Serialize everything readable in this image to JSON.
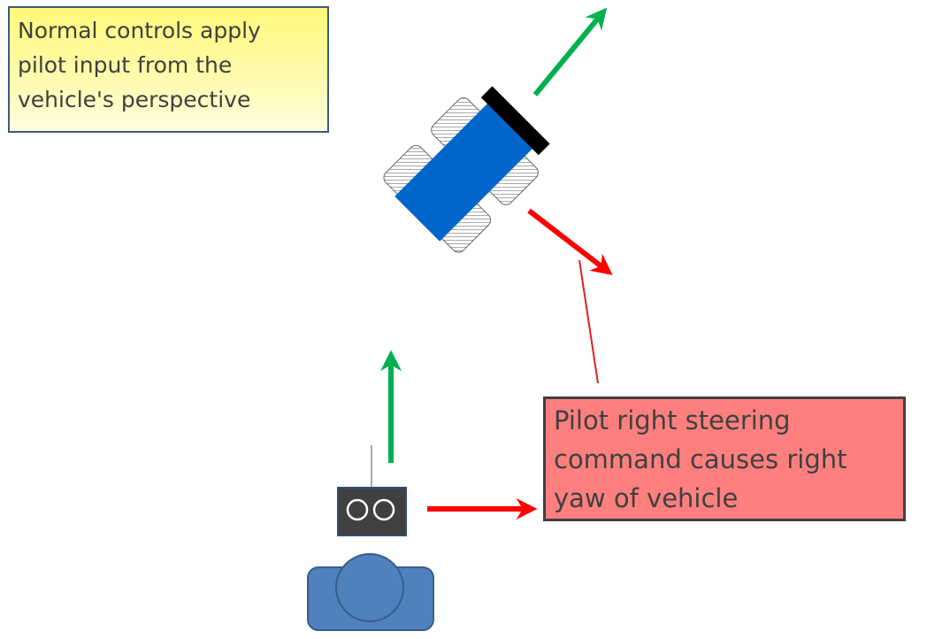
{
  "diagram": {
    "title": "Normal controls vs. vehicle perspective",
    "callouts": {
      "perspective_note": {
        "lines": [
          "Normal controls apply",
          "pilot input from the",
          "vehicle's perspective"
        ],
        "fill": "#fff97a",
        "border": "#3f5a7a"
      },
      "steering_note": {
        "lines": [
          "Pilot right steering",
          "command causes right",
          "yaw of vehicle"
        ],
        "fill": "#ff7f7f",
        "border": "#404040"
      }
    },
    "elements": {
      "vehicle": {
        "label": "vehicle",
        "body_color": "#0066cc",
        "front_color": "#000000",
        "heading": "up-right (45°)"
      },
      "pilot": {
        "label": "pilot",
        "color": "#4f81bd"
      },
      "remote_controller": {
        "label": "remote controller",
        "color": "#404040"
      }
    },
    "arrows": [
      {
        "name": "pilot-forward-arrow",
        "color": "#00b050",
        "meaning": "pilot forward"
      },
      {
        "name": "pilot-right-arrow",
        "color": "#ff0000",
        "meaning": "pilot right"
      },
      {
        "name": "vehicle-forward-arrow",
        "color": "#00b050",
        "meaning": "vehicle forward"
      },
      {
        "name": "vehicle-right-arrow",
        "color": "#ff0000",
        "meaning": "vehicle right"
      }
    ],
    "colors": {
      "green": "#00b050",
      "red": "#ff0000",
      "connector": "#e02020"
    }
  }
}
